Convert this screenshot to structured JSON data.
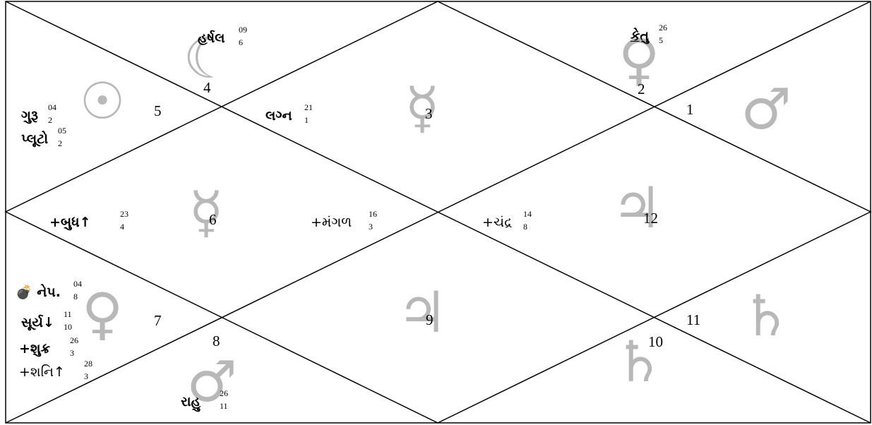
{
  "house_numbers": [
    "1",
    "2",
    "3",
    "4",
    "5",
    "6",
    "7",
    "8",
    "9",
    "10",
    "11",
    "12"
  ],
  "planets": [
    {
      "id": "harshal",
      "text": "હર્ષલ",
      "deg": "09",
      "nak": "6"
    },
    {
      "id": "ketu",
      "text": "કેતુ",
      "deg": "26",
      "nak": "5"
    },
    {
      "id": "guru",
      "text": "ગુરૂ",
      "deg": "04",
      "nak": "2"
    },
    {
      "id": "pluto",
      "text": "પ્લૂટો",
      "deg": "05",
      "nak": "2"
    },
    {
      "id": "lagna",
      "text": "લગ્ન",
      "deg": "21",
      "nak": "1"
    },
    {
      "id": "budh",
      "text": "+બુધ↑",
      "deg": "23",
      "nak": "4"
    },
    {
      "id": "mangal",
      "text": "+મંગળ",
      "deg": "16",
      "nak": "3"
    },
    {
      "id": "chandra",
      "text": "+ચંદ્ર",
      "deg": "14",
      "nak": "8"
    },
    {
      "id": "nep",
      "text": "💣 નેપ.",
      "deg": "04",
      "nak": "8"
    },
    {
      "id": "surya",
      "text": "સૂર્ય↓",
      "deg": "11",
      "nak": "10"
    },
    {
      "id": "shukra",
      "text": "+શુક્ર",
      "deg": "26",
      "nak": "3"
    },
    {
      "id": "shani",
      "text": "+શનિ↑",
      "deg": "28",
      "nak": "3"
    },
    {
      "id": "rahu",
      "text": "રાહુ",
      "deg": "26",
      "nak": "11"
    }
  ],
  "sign_glyphs": [
    "☉",
    "☾",
    "♀",
    "☿",
    "♂",
    "☿",
    "♃",
    "♀",
    "♃",
    "♄",
    "♄",
    "♂"
  ],
  "colors": {
    "lines": "#000000",
    "glyph": "#b8b8b8",
    "text": "#000000"
  }
}
